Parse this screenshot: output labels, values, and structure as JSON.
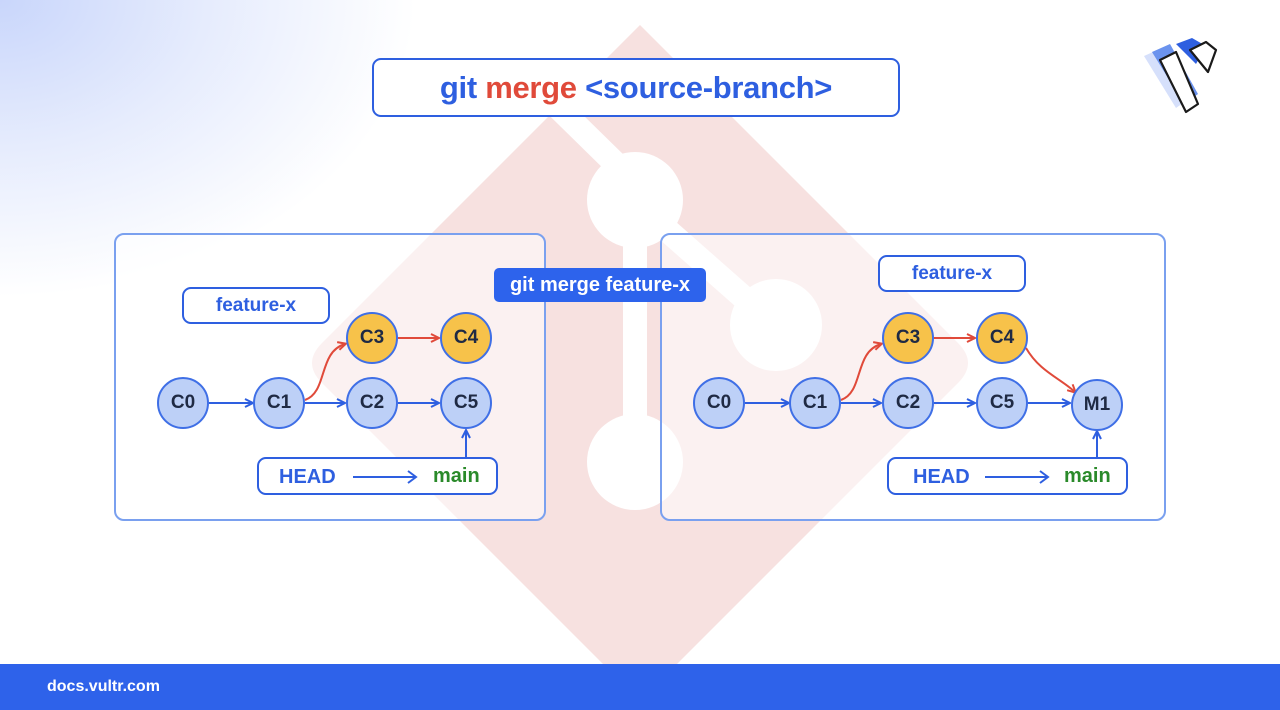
{
  "title": {
    "cmd_git": "git",
    "cmd_merge": "merge",
    "cmd_arg": "<source-branch>"
  },
  "merge_command": "git merge feature-x",
  "before": {
    "branch_label": "feature-x",
    "nodes": {
      "c0": "C0",
      "c1": "C1",
      "c2": "C2",
      "c3": "C3",
      "c4": "C4",
      "c5": "C5"
    },
    "head": "HEAD",
    "main": "main"
  },
  "after": {
    "branch_label": "feature-x",
    "nodes": {
      "c0": "C0",
      "c1": "C1",
      "c2": "C2",
      "c3": "C3",
      "c4": "C4",
      "c5": "C5",
      "m1": "M1"
    },
    "head": "HEAD",
    "main": "main"
  },
  "footer": {
    "url": "docs.vultr.com"
  },
  "colors": {
    "primary_blue": "#2e5fe0",
    "accent_red": "#e04a3a",
    "commit_fill": "#bdd0f7",
    "feature_commit_fill": "#f7c24a",
    "main_green": "#2a8a2a",
    "footer_bg": "#2e62ea"
  },
  "icons": [
    "git-logo-watermark",
    "vultr-logo"
  ]
}
